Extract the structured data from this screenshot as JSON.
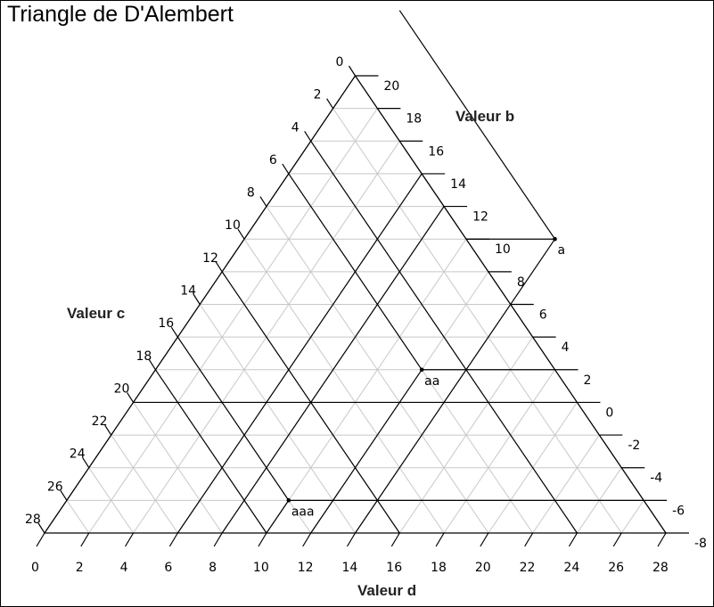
{
  "title": "Triangle de D'Alembert",
  "axes": {
    "b": {
      "label": "Valeur b",
      "ticks": [
        20,
        18,
        16,
        14,
        12,
        10,
        8,
        6,
        4,
        2,
        0,
        -2,
        -4,
        -6,
        -8
      ]
    },
    "c": {
      "label": "Valeur c",
      "ticks": [
        0,
        2,
        4,
        6,
        8,
        10,
        12,
        14,
        16,
        18,
        20,
        22,
        24,
        26,
        28
      ]
    },
    "d": {
      "label": "Valeur d",
      "ticks": [
        0,
        2,
        4,
        6,
        8,
        10,
        12,
        14,
        16,
        18,
        20,
        22,
        24,
        26,
        28
      ]
    }
  },
  "points": [
    {
      "name": "a",
      "level": 9,
      "d": 14
    },
    {
      "name": "aa",
      "level": 5,
      "d": 12
    },
    {
      "name": "aaa",
      "level": 1,
      "d": 10
    }
  ],
  "highlight_lines": {
    "horizontal_levels": [
      4
    ],
    "c_diagonal_values": [
      4,
      12,
      18
    ],
    "d_diagonal_values": [
      6,
      8
    ]
  },
  "colors": {
    "grid": "#c8c8c8",
    "lines": "#000000"
  }
}
